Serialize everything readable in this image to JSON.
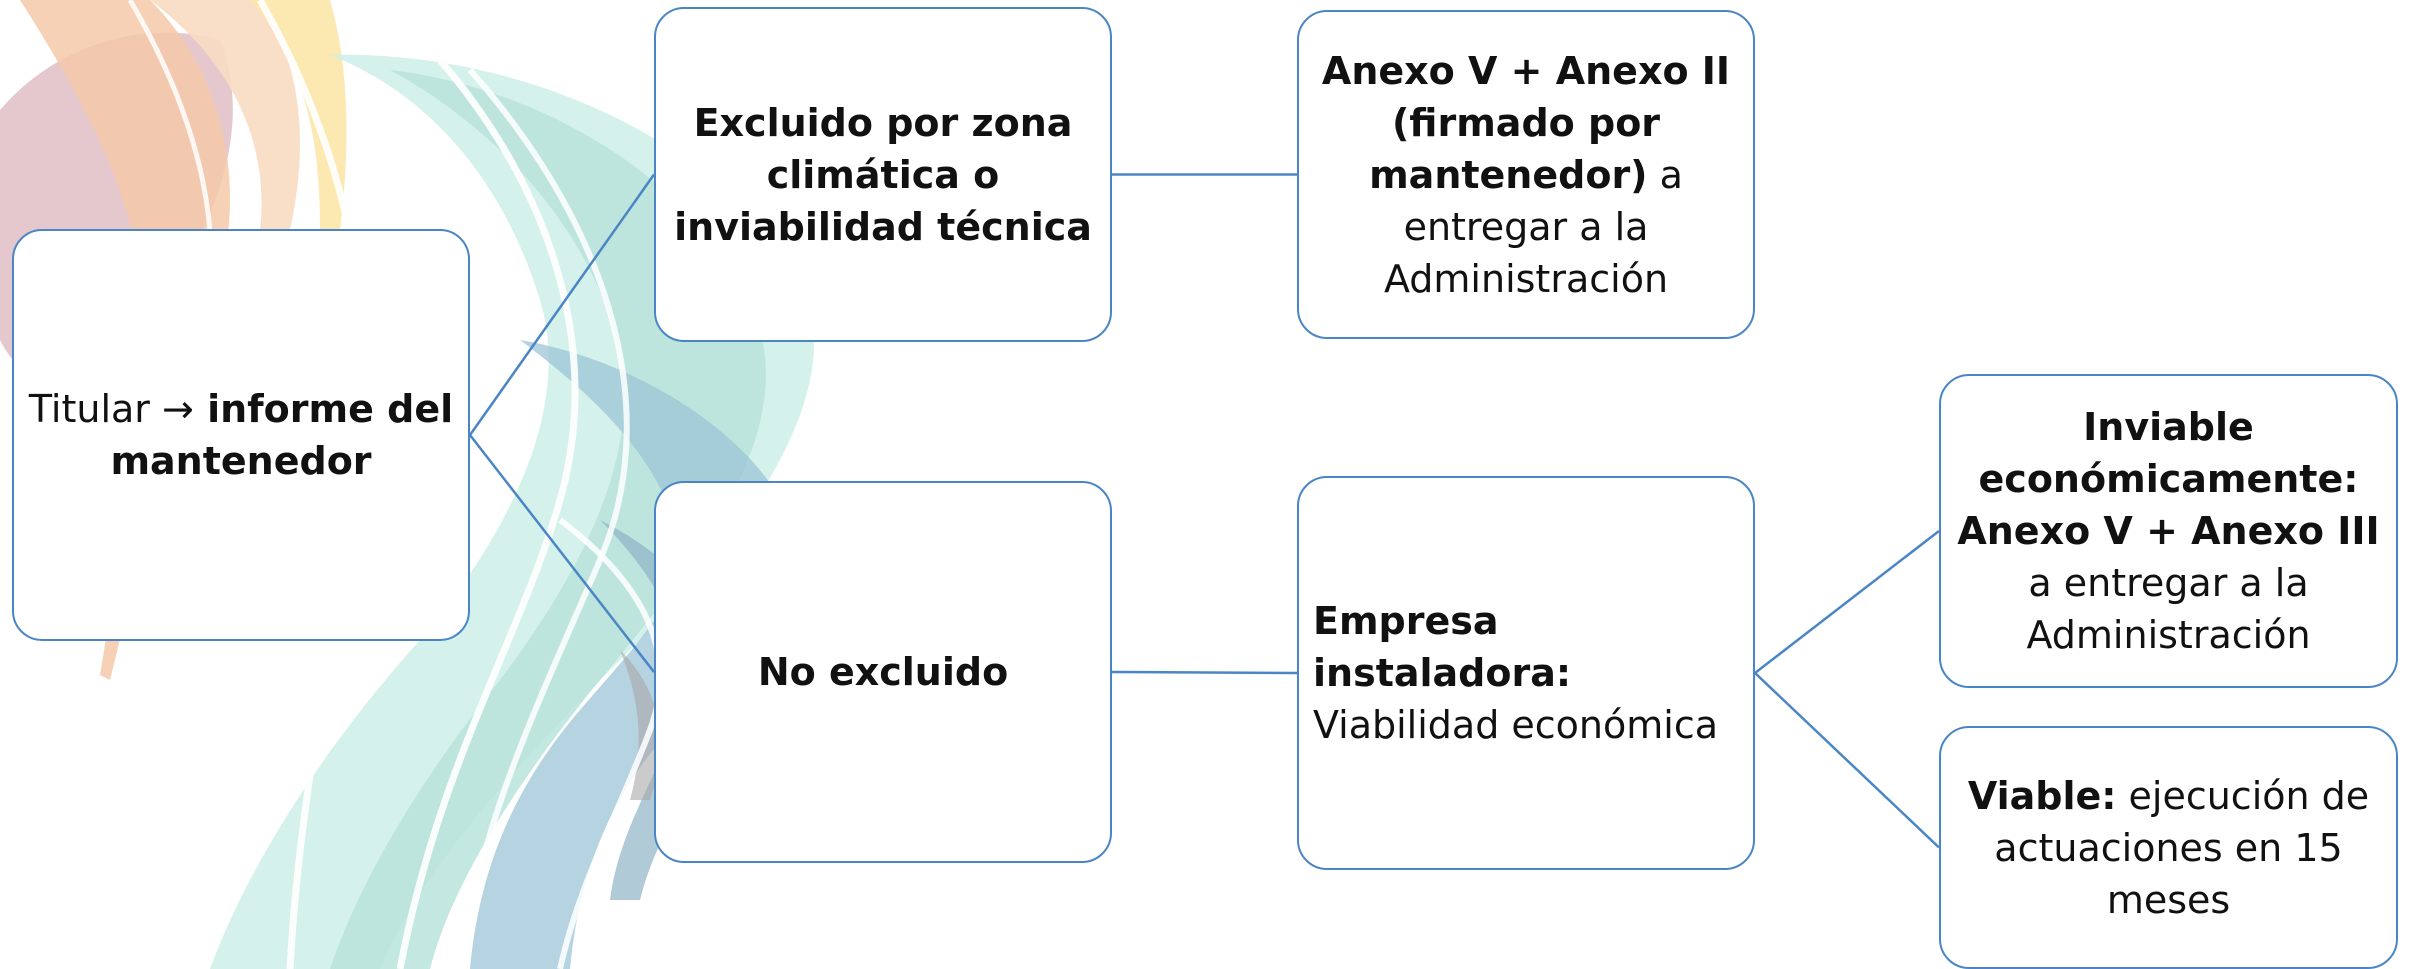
{
  "diagram": {
    "nodes": {
      "titular": {
        "prefix": "Titular ",
        "arrow": "→",
        "bold": " informe del mantenedor"
      },
      "excluido": {
        "bold": "Excluido por zona climática o inviabilidad técnica"
      },
      "anexo": {
        "bold": "Anexo V + Anexo II (firmado por mantenedor)",
        "rest": " a entregar a la Administración"
      },
      "no_excluido": {
        "bold": "No excluido"
      },
      "empresa": {
        "bold": "Empresa instaladora:",
        "rest": "Viabilidad económica"
      },
      "inviable": {
        "bold": "Inviable económicamente: Anexo V + Anexo III",
        "rest": " a entregar a la Administración"
      },
      "viable": {
        "bold": "Viable:",
        "rest": " ejecución de actuaciones en 15 meses"
      }
    },
    "edges": [
      [
        "titular",
        "excluido"
      ],
      [
        "titular",
        "no_excluido"
      ],
      [
        "excluido",
        "anexo"
      ],
      [
        "no_excluido",
        "empresa"
      ],
      [
        "empresa",
        "inviable"
      ],
      [
        "empresa",
        "viable"
      ]
    ],
    "colors": {
      "border": "#4a86c5",
      "connector": "#4a86c5",
      "text": "#111111",
      "decor_teal": "#b8e3dc",
      "decor_blue": "#9cc4d6",
      "decor_orange": "#f4c9a8",
      "decor_peach": "#f8dcc2",
      "decor_yellow": "#fbe7a8",
      "decor_mauve": "#d8b0b8"
    }
  }
}
